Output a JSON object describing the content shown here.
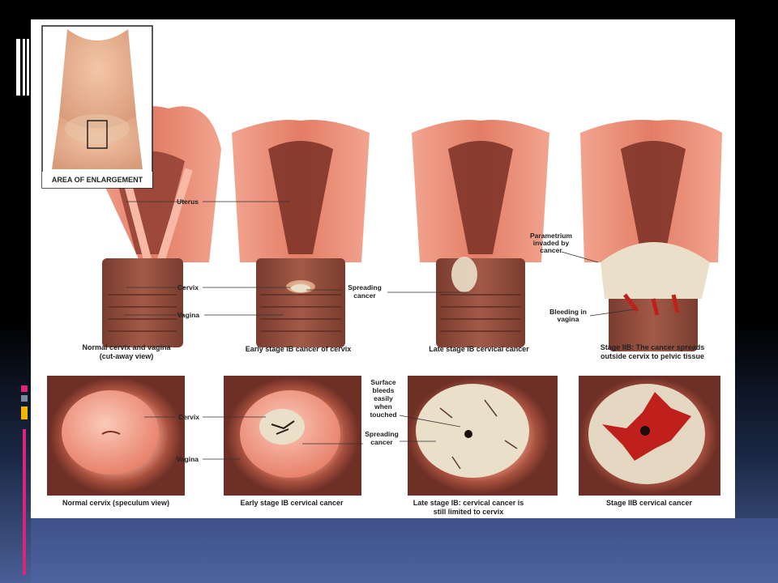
{
  "inset": {
    "caption": "AREA OF ENLARGEMENT"
  },
  "labels": {
    "uterus": "Uterus",
    "cervix": "Cervix",
    "vagina": "Vagina",
    "spreading_top": [
      "Spreading",
      "cancer"
    ],
    "parametrium": [
      "Parametrium",
      "invaded by",
      "cancer"
    ],
    "bleeding": [
      "Bleeding in",
      "vagina"
    ],
    "cervix_bottom": "Cervix",
    "vagina_bottom": "Vagina",
    "surface": [
      "Surface",
      "bleeds",
      "easily",
      "when",
      "touched"
    ],
    "spreading_bottom": [
      "Spreading",
      "cancer"
    ]
  },
  "captions_top": [
    [
      "Normal cervix and vagina",
      "(cut-away view)"
    ],
    [
      "Early stage IB cancer of cervix"
    ],
    [
      "Late stage IB cervical cancer"
    ],
    [
      "Stage IIB: The cancer spreads",
      "outside cervix to pelvic tissue"
    ]
  ],
  "captions_bottom": [
    [
      "Normal cervix (speculum view)"
    ],
    [
      "Early stage IB cervical cancer"
    ],
    [
      "Late stage IB: cervical cancer is",
      "still limited to cervix"
    ],
    [
      "Stage IIB cervical cancer"
    ]
  ],
  "colors": {
    "tissue": "#e58a74",
    "tissue_dark": "#b5523f",
    "vagina": "#8e4a3a",
    "cancer": "#eadfc9",
    "blood": "#c0201c"
  }
}
